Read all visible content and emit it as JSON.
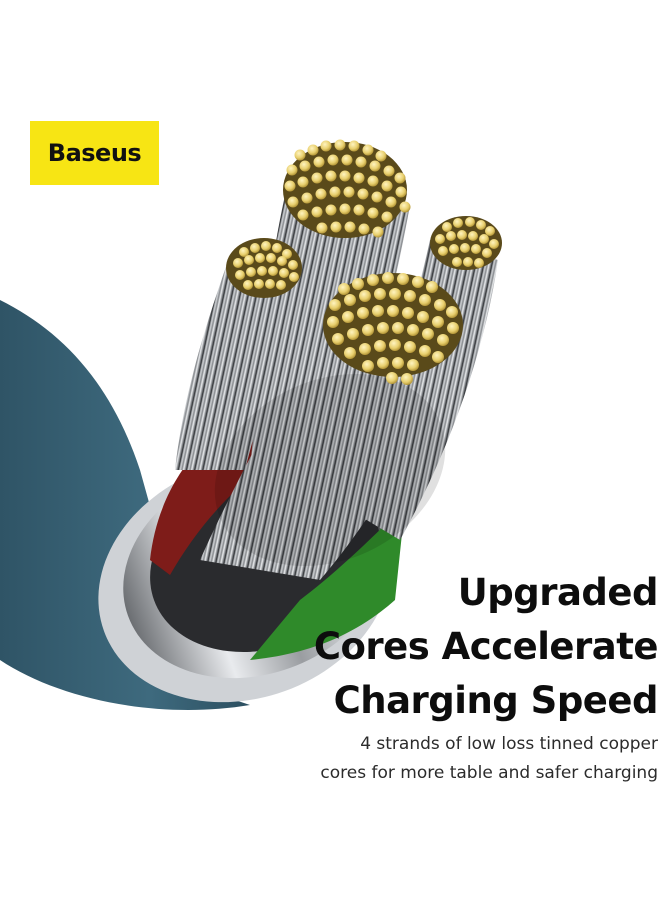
{
  "brand": {
    "logo_text": "Baseus",
    "logo_bg": "#f7e514"
  },
  "headline": {
    "line1": "Upgraded",
    "line2": "Cores Accelerate",
    "line3": "Charging Speed"
  },
  "description": {
    "line1": "4 strands of low loss tinned copper",
    "line2": "cores for more table and safer charging"
  },
  "colors": {
    "jacket": "#3a6275",
    "copper": "#e6cf72",
    "core_red": "#8c1d1a",
    "core_green": "#2f8a2a",
    "shield_silver": "#b9bcc0"
  }
}
